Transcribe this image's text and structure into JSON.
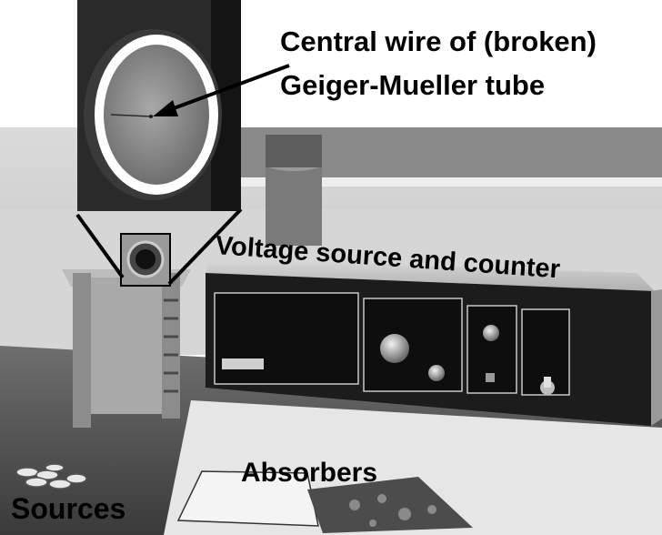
{
  "labels": {
    "central_wire_line1": "Central wire of (broken)",
    "central_wire_line2": "Geiger-Mueller tube",
    "voltage_source": "Voltage source and counter",
    "absorbers": "Absorbers",
    "sources": "Sources"
  },
  "colors": {
    "background": "#ffffff",
    "wall": "#cfcfcf",
    "table": "#5a5a5a",
    "device_front": "#1c1c1c",
    "label_text": "#000000"
  }
}
